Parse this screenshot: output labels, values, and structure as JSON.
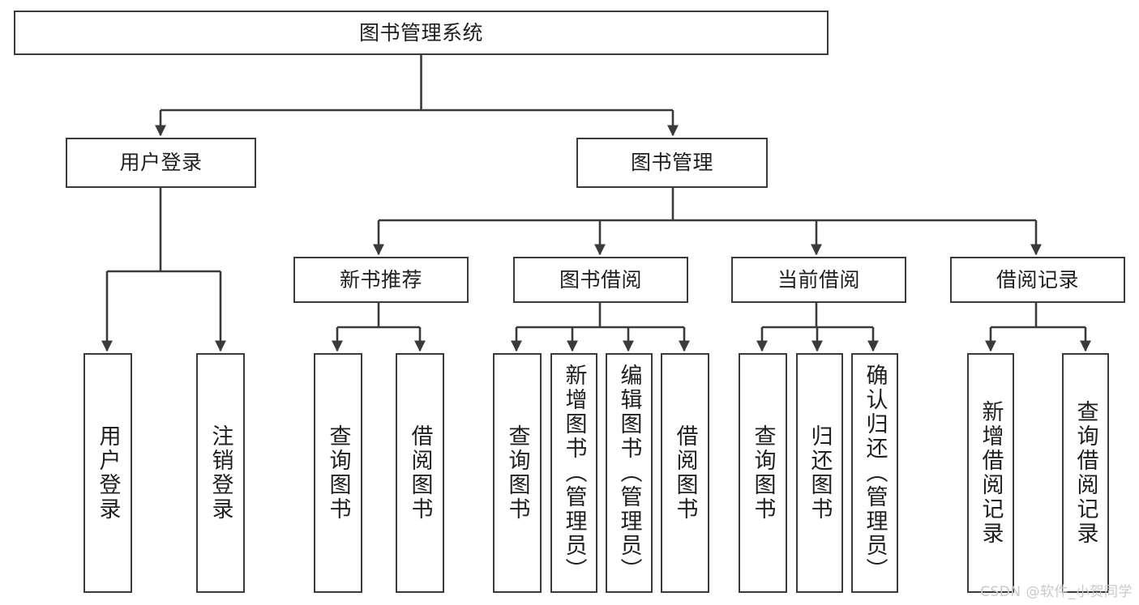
{
  "diagram": {
    "title": "图书管理系统",
    "type": "function-structure-tree",
    "watermark": "CSDN @软件_小贺同学",
    "stroke_color": "#3a3a3a",
    "background_color": "#ffffff",
    "text_color": "#1f1f1f",
    "watermark_color": "#c9c9c9"
  },
  "nodes": {
    "root": {
      "label": "图书管理系统",
      "level": 0
    },
    "level1": [
      {
        "id": "user-login",
        "label": "用户登录"
      },
      {
        "id": "book-manage",
        "label": "图书管理"
      }
    ],
    "level2": [
      {
        "id": "new-book-recommend",
        "label": "新书推荐",
        "parent": "book-manage"
      },
      {
        "id": "book-borrow",
        "label": "图书借阅",
        "parent": "book-manage"
      },
      {
        "id": "current-borrow",
        "label": "当前借阅",
        "parent": "book-manage"
      },
      {
        "id": "borrow-record",
        "label": "借阅记录",
        "parent": "book-manage"
      }
    ],
    "leaves": [
      {
        "id": "leaf-user-login",
        "label": "用户登录",
        "parent": "user-login"
      },
      {
        "id": "leaf-user-logout",
        "label": "注销登录",
        "parent": "user-login"
      },
      {
        "id": "leaf-query-book-1",
        "label": "查询图书",
        "parent": "new-book-recommend"
      },
      {
        "id": "leaf-borrow-book-1",
        "label": "借阅图书",
        "parent": "new-book-recommend"
      },
      {
        "id": "leaf-query-book-2",
        "label": "查询图书",
        "parent": "book-borrow"
      },
      {
        "id": "leaf-add-book",
        "label": "新增图书（管理员）",
        "parent": "book-borrow"
      },
      {
        "id": "leaf-edit-book",
        "label": "编辑图书（管理员）",
        "parent": "book-borrow"
      },
      {
        "id": "leaf-borrow-book-2",
        "label": "借阅图书",
        "parent": "book-borrow"
      },
      {
        "id": "leaf-query-book-3",
        "label": "查询图书",
        "parent": "current-borrow"
      },
      {
        "id": "leaf-return-book",
        "label": "归还图书",
        "parent": "current-borrow"
      },
      {
        "id": "leaf-confirm-return",
        "label": "确认归还（管理员）",
        "parent": "current-borrow"
      },
      {
        "id": "leaf-add-record",
        "label": "新增借阅记录",
        "parent": "borrow-record"
      },
      {
        "id": "leaf-query-record",
        "label": "查询借阅记录",
        "parent": "borrow-record"
      }
    ]
  }
}
